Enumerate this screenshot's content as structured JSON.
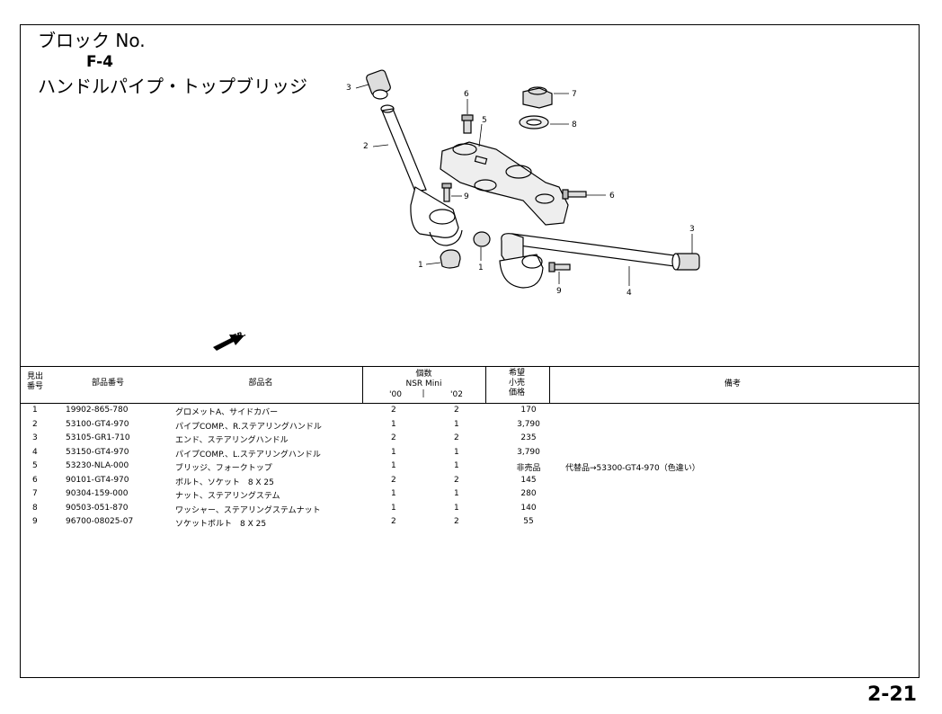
{
  "header": {
    "title": "ブロック No.",
    "block": "F-4",
    "name": "ハンドルパイプ・トップブリッジ"
  },
  "diagram": {
    "callouts": [
      "3",
      "2",
      "6",
      "5",
      "7",
      "8",
      "9",
      "6",
      "3",
      "1",
      "1",
      "9",
      "4"
    ],
    "direction_label": "FR."
  },
  "table": {
    "headers": {
      "ref": "見出\n番号",
      "part_no": "部品番号",
      "part_name": "部品名",
      "qty": "個数",
      "model": "NSR Mini",
      "y00": "'00",
      "y02": "'02",
      "price": "希望\n小売\n価格",
      "remarks": "備考"
    },
    "rows": [
      {
        "ref": "1",
        "part_no": "19902-865-780",
        "name": "グロメットA、サイドカバー",
        "q00": "2",
        "q02": "2",
        "price": "170",
        "remarks": ""
      },
      {
        "ref": "2",
        "part_no": "53100-GT4-970",
        "name": "パイプCOMP.、R.ステアリングハンドル",
        "q00": "1",
        "q02": "1",
        "price": "3,790",
        "remarks": ""
      },
      {
        "ref": "3",
        "part_no": "53105-GR1-710",
        "name": "エンド、ステアリングハンドル",
        "q00": "2",
        "q02": "2",
        "price": "235",
        "remarks": ""
      },
      {
        "ref": "4",
        "part_no": "53150-GT4-970",
        "name": "パイプCOMP.、L.ステアリングハンドル",
        "q00": "1",
        "q02": "1",
        "price": "3,790",
        "remarks": ""
      },
      {
        "ref": "5",
        "part_no": "53230-NLA-000",
        "name": "ブリッジ、フォークトップ",
        "q00": "1",
        "q02": "1",
        "price": "非売品",
        "remarks": "代替品→53300-GT4-970（色違い）"
      },
      {
        "ref": "6",
        "part_no": "90101-GT4-970",
        "name": "ボルト、ソケット　8 X 25",
        "q00": "2",
        "q02": "2",
        "price": "145",
        "remarks": ""
      },
      {
        "ref": "7",
        "part_no": "90304-159-000",
        "name": "ナット、ステアリングステム",
        "q00": "1",
        "q02": "1",
        "price": "280",
        "remarks": ""
      },
      {
        "ref": "8",
        "part_no": "90503-051-870",
        "name": "ワッシャー、ステアリングステムナット",
        "q00": "1",
        "q02": "1",
        "price": "140",
        "remarks": ""
      },
      {
        "ref": "9",
        "part_no": "96700-08025-07",
        "name": "ソケットボルト　8 X 25",
        "q00": "2",
        "q02": "2",
        "price": "55",
        "remarks": ""
      }
    ]
  },
  "page_number": "2-21"
}
